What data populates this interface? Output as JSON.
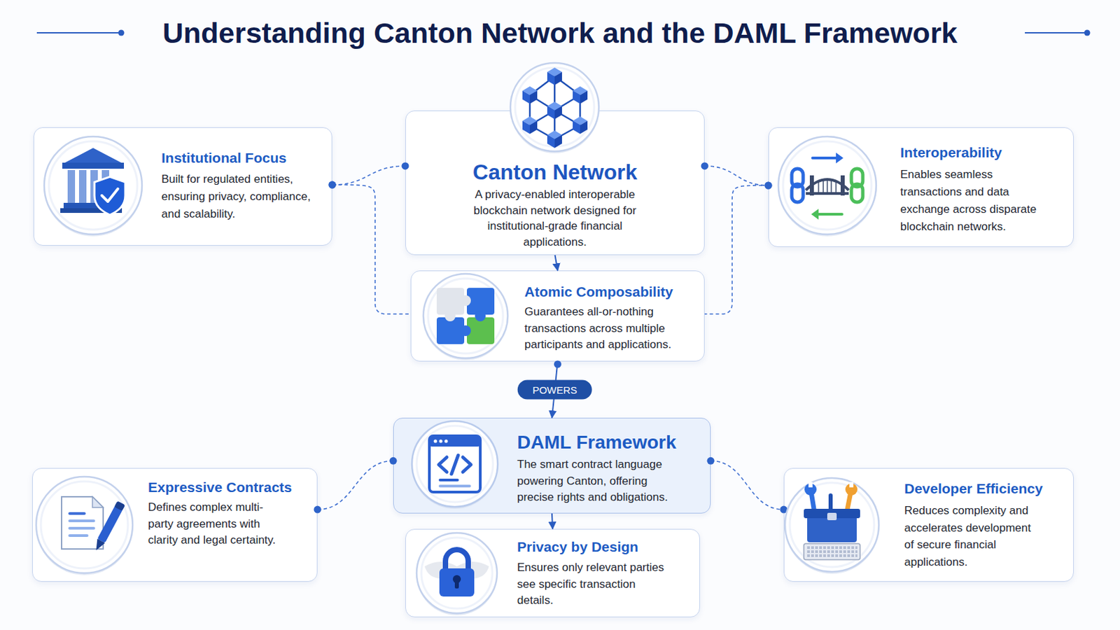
{
  "diagram": {
    "title": "Understanding Canton Network and the DAML Framework",
    "nodes": [
      {
        "text": [
          "Institutional Focus",
          "Built for regulated entities, ensuring privacy, compliance, and scalability."
        ]
      },
      {
        "text": [
          "Canton Network",
          "A privacy-enabled interoperable blockchain network designed for institutional-grade financial applications."
        ]
      },
      {
        "text": [
          "Interoperability",
          "Enables seamless transactions and data exchange across disparate blockchain networks."
        ]
      },
      {
        "text": [
          "Atomic Composability",
          "Guarantees all-or-nothing transactions across multiple participants and applications."
        ]
      },
      {
        "text": [
          "Expressive Contracts",
          "Defines complex multi-party agreements with clarity and legal certainty."
        ]
      },
      {
        "text": [
          "DAML Framework",
          "The smart contract language powering Canton, offering precise rights and obligations."
        ]
      },
      {
        "text": [
          "Developer Efficiency",
          "Reduces complexity and accelerates development of secure financial applications."
        ]
      },
      {
        "text": [
          "Privacy by Design",
          "Ensures only relevant parties see specific transaction details."
        ]
      }
    ],
    "edges": [
      {
        "from": 1,
        "to": 0,
        "arrow": "none"
      },
      {
        "from": 0,
        "to": 3,
        "arrow": "none"
      },
      {
        "from": 1,
        "to": 2,
        "arrow": "none"
      },
      {
        "from": 2,
        "to": 3,
        "arrow": "none"
      },
      {
        "from": 1,
        "to": 3,
        "arrow": "to"
      },
      {
        "from": 3,
        "to": 5,
        "label": "POWERS",
        "arrow": "to"
      },
      {
        "from": 5,
        "to": 4,
        "arrow": "none"
      },
      {
        "from": 5,
        "to": 6,
        "arrow": "none"
      },
      {
        "from": 5,
        "to": 7,
        "arrow": "to"
      }
    ]
  }
}
